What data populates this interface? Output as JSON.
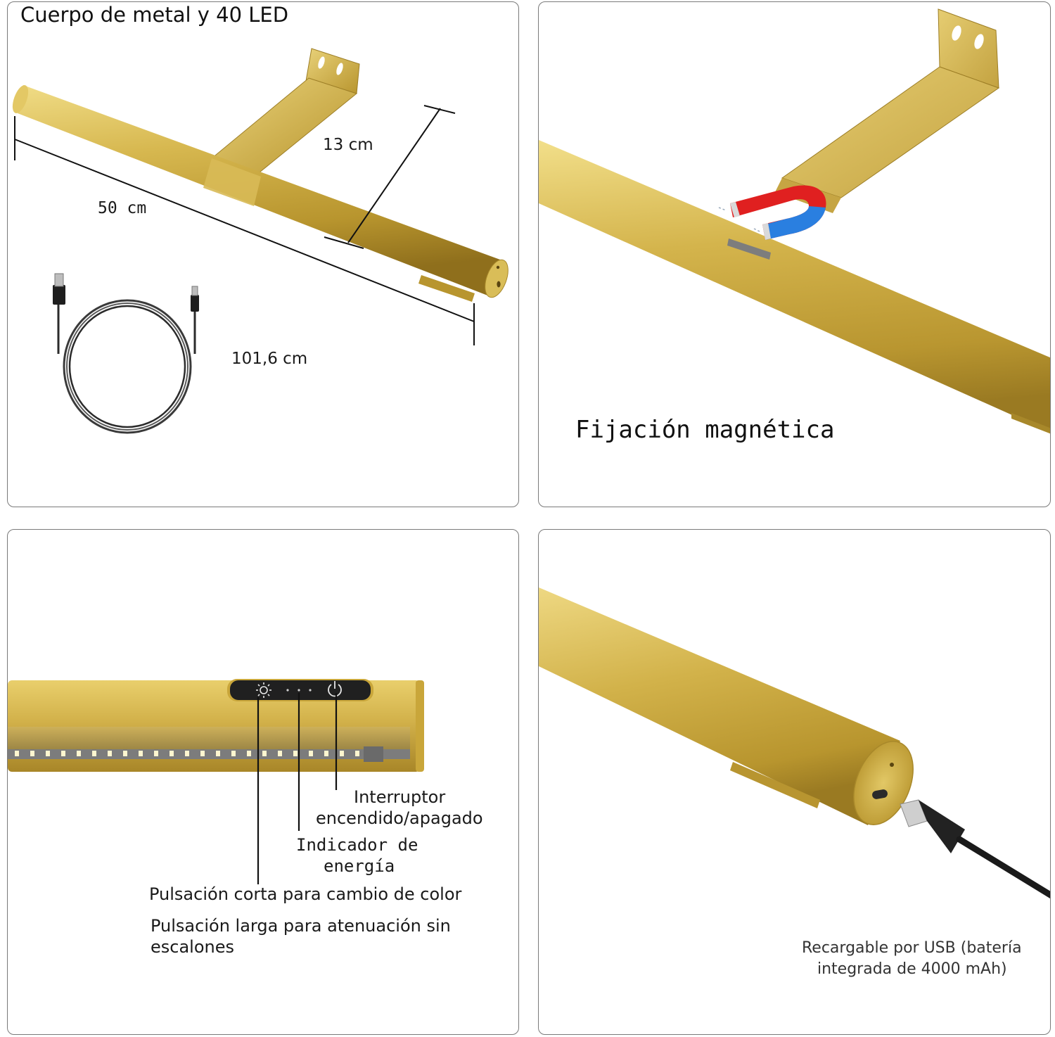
{
  "panel_1": {
    "title": "Cuerpo de metal y 40 LED",
    "dimension_depth": "13 cm",
    "dimension_length": "50 cm",
    "cable_length": "101,6 cm"
  },
  "panel_2": {
    "caption": "Fijación magnética"
  },
  "panel_3": {
    "label_switch_line1": "Interruptor",
    "label_switch_line2": "encendido/apagado",
    "label_indicator_line1": "Indicador de",
    "label_indicator_line2": "energía",
    "label_short_press": "Pulsación corta para cambio de color",
    "label_long_press_line1": "Pulsación larga para atenuación sin",
    "label_long_press_line2": "escalones"
  },
  "panel_4": {
    "caption_line1": "Recargable por USB (batería",
    "caption_line2": "integrada de 4000 mAh)"
  },
  "colors": {
    "gold_light": "#e6cf6a",
    "gold_mid": "#c9a63a",
    "gold_dark": "#8f6f1c",
    "magnet_red": "#e02020",
    "magnet_blue": "#2a7fe0",
    "panel_border": "#7a7a7a"
  },
  "icons": [
    "usb-cable-icon",
    "magnet-icon",
    "brightness-icon",
    "power-icon",
    "usb-c-plug-icon"
  ]
}
